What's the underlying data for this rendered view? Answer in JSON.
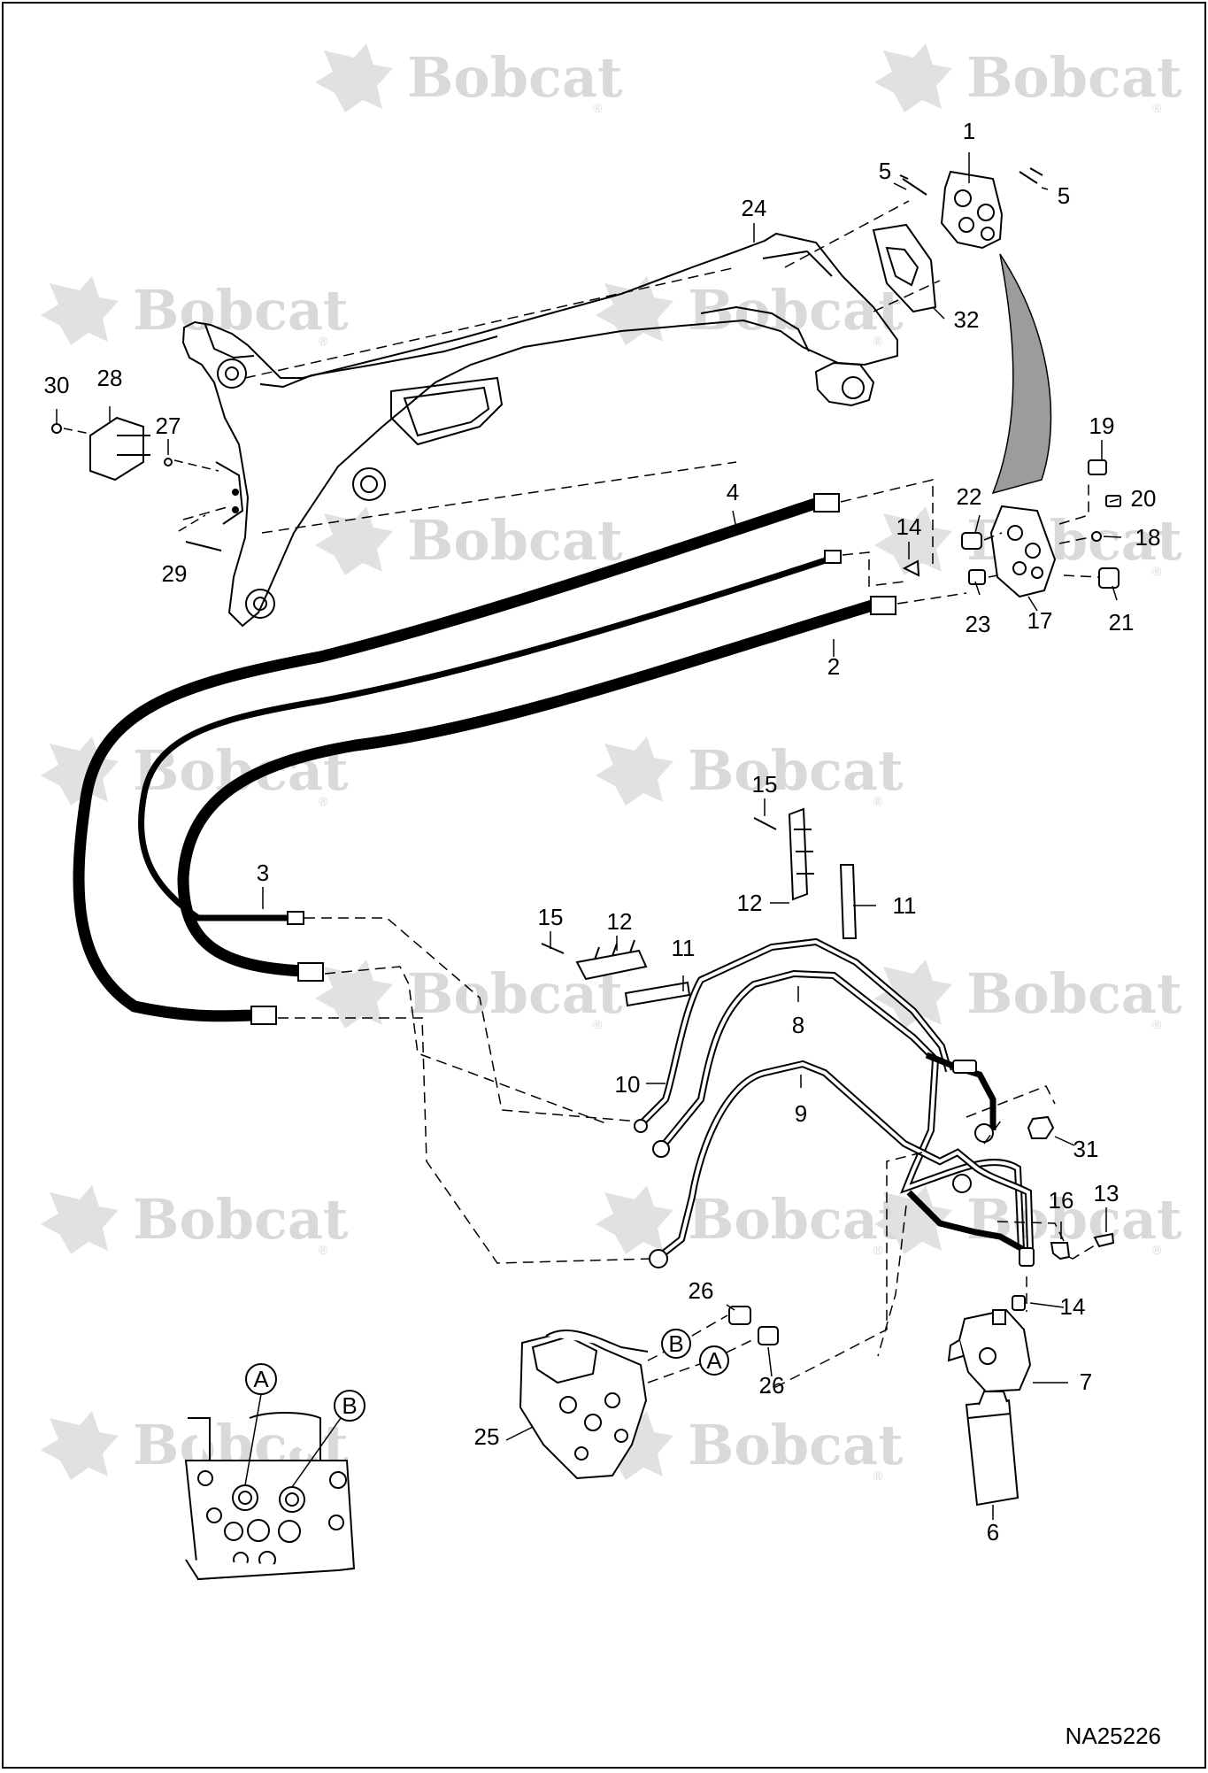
{
  "watermark": {
    "brand": "Bobcat",
    "mark": "®"
  },
  "document_id": "NA25226",
  "callouts": [
    {
      "id": "c1",
      "text": "1"
    },
    {
      "id": "c5a",
      "text": "5"
    },
    {
      "id": "c5b",
      "text": "5"
    },
    {
      "id": "c24",
      "text": "24"
    },
    {
      "id": "c32",
      "text": "32"
    },
    {
      "id": "c30",
      "text": "30"
    },
    {
      "id": "c28",
      "text": "28"
    },
    {
      "id": "c27",
      "text": "27"
    },
    {
      "id": "c29",
      "text": "29"
    },
    {
      "id": "c19",
      "text": "19"
    },
    {
      "id": "c22",
      "text": "22"
    },
    {
      "id": "c20",
      "text": "20"
    },
    {
      "id": "c14a",
      "text": "14"
    },
    {
      "id": "c18",
      "text": "18"
    },
    {
      "id": "c4",
      "text": "4"
    },
    {
      "id": "c23",
      "text": "23"
    },
    {
      "id": "c17",
      "text": "17"
    },
    {
      "id": "c21",
      "text": "21"
    },
    {
      "id": "c2",
      "text": "2"
    },
    {
      "id": "c15a",
      "text": "15"
    },
    {
      "id": "c12a",
      "text": "12"
    },
    {
      "id": "c11a",
      "text": "11"
    },
    {
      "id": "c3",
      "text": "3"
    },
    {
      "id": "c15b",
      "text": "15"
    },
    {
      "id": "c12b",
      "text": "12"
    },
    {
      "id": "c11b",
      "text": "11"
    },
    {
      "id": "c8",
      "text": "8"
    },
    {
      "id": "c10",
      "text": "10"
    },
    {
      "id": "c9",
      "text": "9"
    },
    {
      "id": "c31",
      "text": "31"
    },
    {
      "id": "c16",
      "text": "16"
    },
    {
      "id": "c13",
      "text": "13"
    },
    {
      "id": "c14b",
      "text": "14"
    },
    {
      "id": "c26a",
      "text": "26"
    },
    {
      "id": "c26b",
      "text": "26"
    },
    {
      "id": "c7",
      "text": "7"
    },
    {
      "id": "c25",
      "text": "25"
    },
    {
      "id": "c6",
      "text": "6"
    }
  ],
  "port_markers": [
    {
      "id": "pB",
      "text": "B"
    },
    {
      "id": "pA",
      "text": "A"
    },
    {
      "id": "insetA",
      "text": "A"
    },
    {
      "id": "insetB",
      "text": "B"
    }
  ]
}
